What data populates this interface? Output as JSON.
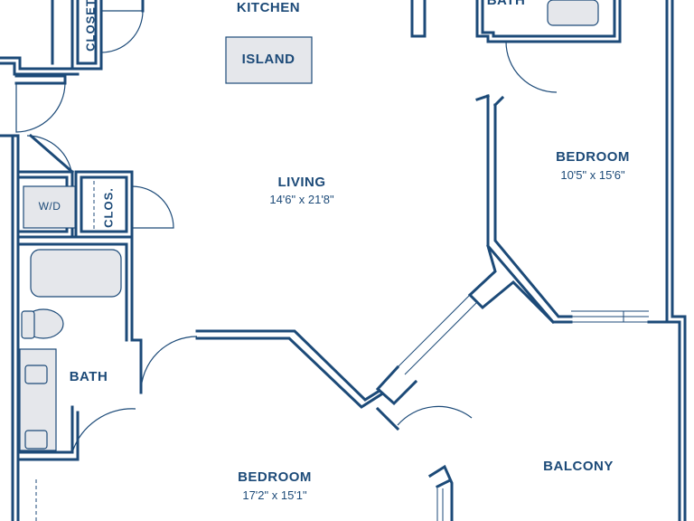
{
  "colors": {
    "wall": "#1c4a78",
    "fixture": "#e5e7eb",
    "background": "#ffffff"
  },
  "rooms": {
    "kitchen": {
      "label": "KITCHEN"
    },
    "island": {
      "label": "ISLAND"
    },
    "living": {
      "label": "LIVING",
      "dimensions": "14'6\" x 21'8\""
    },
    "bedroom_right": {
      "label": "BEDROOM",
      "dimensions": "10'5\" x 15'6\""
    },
    "bedroom_bottom": {
      "label": "BEDROOM",
      "dimensions": "17'2\" x 15'1\""
    },
    "bath": {
      "label": "BATH"
    },
    "bath_top": {
      "label": "BATH"
    },
    "balcony": {
      "label": "BALCONY"
    },
    "laundry": {
      "label": "W/D"
    },
    "closet_top": {
      "label": "CLOSET"
    },
    "closet_small": {
      "label": "CLOS."
    }
  }
}
